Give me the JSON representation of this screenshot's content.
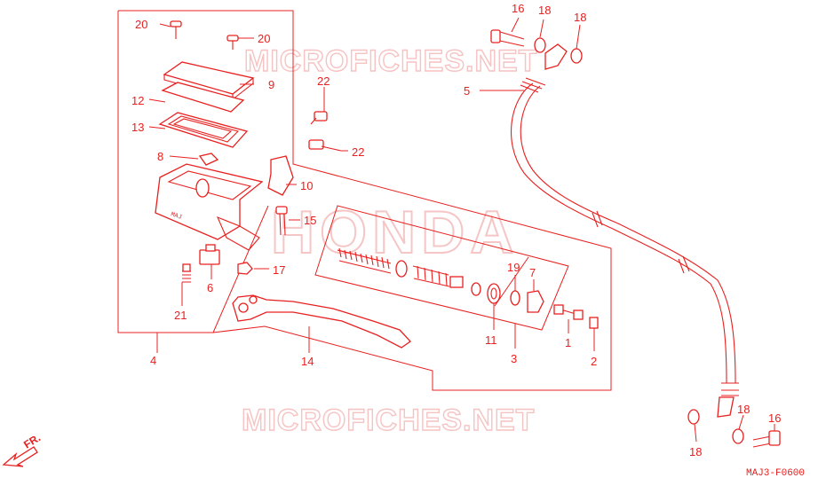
{
  "watermarks": [
    "MICROFICHES.NET",
    "MICROFICHES.NET"
  ],
  "brand_watermark": "HONDA",
  "diagram_code": "MAJ3-F0600",
  "direction_marker": "FR.",
  "callouts": {
    "c1": "1",
    "c2": "2",
    "c3": "3",
    "c4": "4",
    "c5": "5",
    "c6": "6",
    "c7": "7",
    "c8": "8",
    "c9": "9",
    "c10": "10",
    "c11": "11",
    "c12": "12",
    "c13": "13",
    "c14": "14",
    "c15": "15",
    "c16a": "16",
    "c16b": "16",
    "c17": "17",
    "c18a": "18",
    "c18b": "18",
    "c18c": "18",
    "c18d": "18",
    "c19": "19",
    "c20a": "20",
    "c20b": "20",
    "c21": "21",
    "c22a": "22",
    "c22b": "22"
  },
  "colors": {
    "line": "#e8201f",
    "watermark": "#f6c3c3",
    "background": "#ffffff"
  }
}
